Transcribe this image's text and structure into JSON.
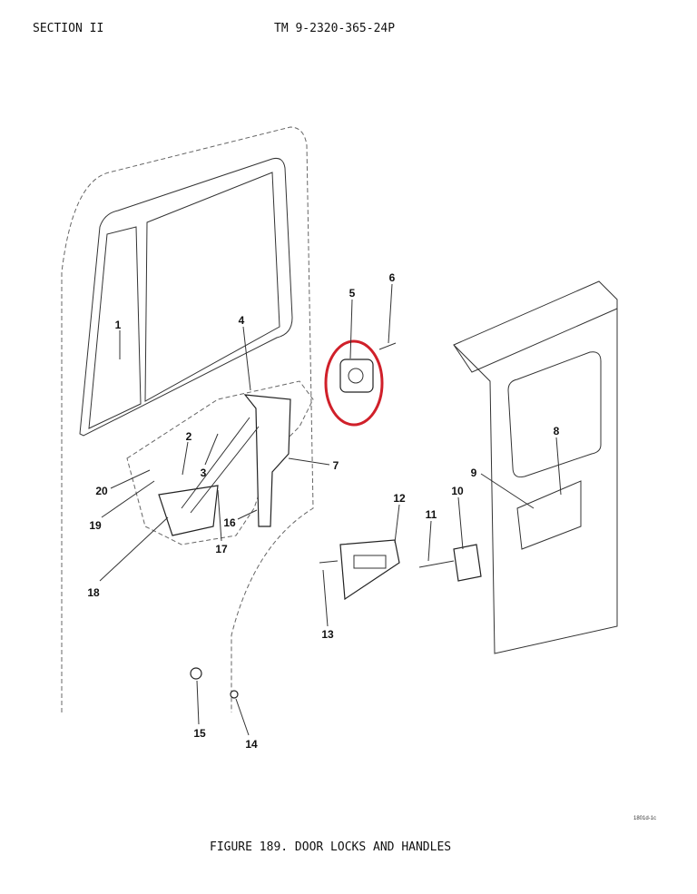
{
  "header": {
    "section": "SECTION II",
    "tm_number": "TM 9-2320-365-24P"
  },
  "figure": {
    "caption": "FIGURE 189.  DOOR LOCKS AND HANDLES",
    "figure_id": "1801d-1c",
    "highlight_color": "#d0202a",
    "highlighted_item": "5",
    "callouts": [
      "1",
      "2",
      "3",
      "4",
      "5",
      "6",
      "7",
      "8",
      "9",
      "10",
      "11",
      "12",
      "13",
      "14",
      "15",
      "16",
      "17",
      "18",
      "19",
      "20"
    ]
  }
}
